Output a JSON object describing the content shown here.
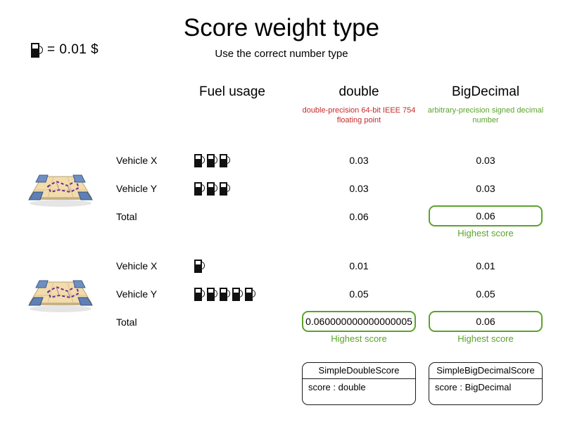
{
  "header": {
    "title": "Score weight type",
    "subtitle": "Use the correct number type"
  },
  "legend": {
    "icon": "fuel-pump-icon",
    "text": "= 0.01 $"
  },
  "columns": {
    "fuel": {
      "label": "Fuel usage"
    },
    "double": {
      "label": "double",
      "sublabel": "double-precision 64-bit IEEE 754 floating point",
      "sublabel_color": "#c42b2b"
    },
    "bigdecimal": {
      "label": "BigDecimal",
      "sublabel": "arbitrary-precision signed decimal number",
      "sublabel_color": "#5ba32b"
    }
  },
  "highlight_color": "#5ba32b",
  "groups": [
    {
      "icon": "route-map-icon",
      "rows": [
        {
          "label": "Vehicle X",
          "pumps": 3,
          "double": "0.03",
          "bigdecimal": "0.03"
        },
        {
          "label": "Vehicle Y",
          "pumps": 3,
          "double": "0.03",
          "bigdecimal": "0.03"
        },
        {
          "label": "Total",
          "pumps": 0,
          "double": "0.06",
          "bigdecimal": "0.06",
          "double_highlight": false,
          "bigdecimal_highlight": true,
          "bigdecimal_caption": "Highest score"
        }
      ]
    },
    {
      "icon": "route-map-icon",
      "rows": [
        {
          "label": "Vehicle X",
          "pumps": 1,
          "double": "0.01",
          "bigdecimal": "0.01"
        },
        {
          "label": "Vehicle Y",
          "pumps": 5,
          "double": "0.05",
          "bigdecimal": "0.05"
        },
        {
          "label": "Total",
          "pumps": 0,
          "double": "0.060000000000000005",
          "bigdecimal": "0.06",
          "double_highlight": true,
          "bigdecimal_highlight": true,
          "double_caption": "Highest score",
          "bigdecimal_caption": "Highest score"
        }
      ]
    }
  ],
  "class_boxes": {
    "double": {
      "name": "SimpleDoubleScore",
      "attribute": "score : double"
    },
    "bigdecimal": {
      "name": "SimpleBigDecimalScore",
      "attribute": "score : BigDecimal"
    }
  }
}
